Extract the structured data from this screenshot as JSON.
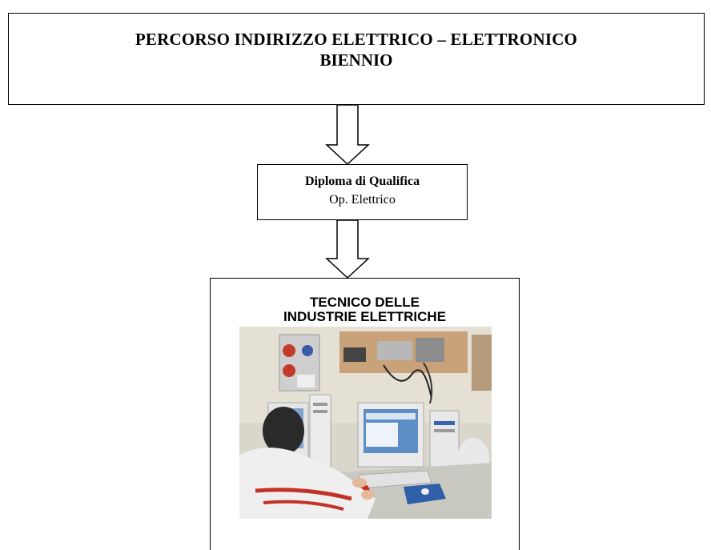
{
  "header": {
    "title_line1": "PERCORSO INDIRIZZO ELETTRICO – ELETTRONICO",
    "title_line2": "BIENNIO"
  },
  "qualification": {
    "title": "Diploma di Qualifica",
    "subtitle": "Op. Elettrico"
  },
  "technician": {
    "title_line1": "TECNICO DELLE",
    "title_line2": "INDUSTRIE ELETTRICHE"
  },
  "colors": {
    "border": "#000000",
    "background": "#ffffff"
  }
}
